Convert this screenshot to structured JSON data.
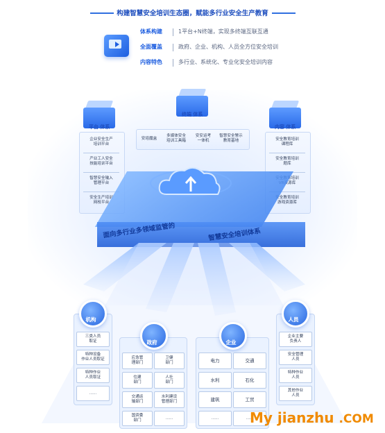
{
  "header": {
    "title": "构建智慧安全培训生态圈，赋能多行业安全生产教育",
    "features": [
      {
        "label": "体系构建",
        "text": "1平台+N终端，实现多终端互联互通"
      },
      {
        "label": "全面覆盖",
        "text": "政府、企业、机构、人员全方位安全培训"
      },
      {
        "label": "内容特色",
        "text": "多行业、系统化、专业化安全培训内容"
      }
    ]
  },
  "top": {
    "left_cube": "平台 体系",
    "center_cube": "终端 体系",
    "right_cube": "内容 体系",
    "left_items": [
      "企业安全生产\n培训平台",
      "产业工人安全\n技能培训平台",
      "智慧安全输入\n管理平台",
      "安全生产培训\n网校平台"
    ],
    "center_items": [
      "安培魔盒",
      "多媒体安全\n培训工具箱",
      "安安运考\n一体机",
      "智慧安全警示\n教育基地"
    ],
    "right_items": [
      "安全教育培训\n课程库",
      "安全教育培训\n题库",
      "安全教育培训\nVR资源库",
      "安全教育培训\n游戏资源库"
    ]
  },
  "platform": {
    "left_text": "面向多行业多领域监管的",
    "right_text": "智慧安全培训体系"
  },
  "bottom": {
    "org": {
      "label": "机构",
      "items": [
        "三类人员\n取证",
        "特种设备\n作业人员取证",
        "特种作业\n人员取证",
        "......"
      ]
    },
    "gov": {
      "label": "政府",
      "items": [
        "应急管\n理部门",
        "卫健\n部门",
        "住建\n部门",
        "人社\n部门",
        "交通运\n输部门",
        "水利建设\n管理部门",
        "国资委\n部门",
        "......"
      ]
    },
    "ent": {
      "label": "企业",
      "items": [
        "电力",
        "交通",
        "水利",
        "石化",
        "建筑",
        "工贸",
        "......",
        "......"
      ]
    },
    "person": {
      "label": "人员",
      "items": [
        "企业主要\n负责人",
        "安全管理\n人员",
        "特种作业\n人员",
        "其他作业\n人员"
      ]
    }
  },
  "watermark": {
    "main": "My jianzhu",
    "suffix": ".COM"
  },
  "colors": {
    "primary": "#2766e0",
    "accent": "#1f4fbf",
    "watermark": "#f08a00"
  }
}
